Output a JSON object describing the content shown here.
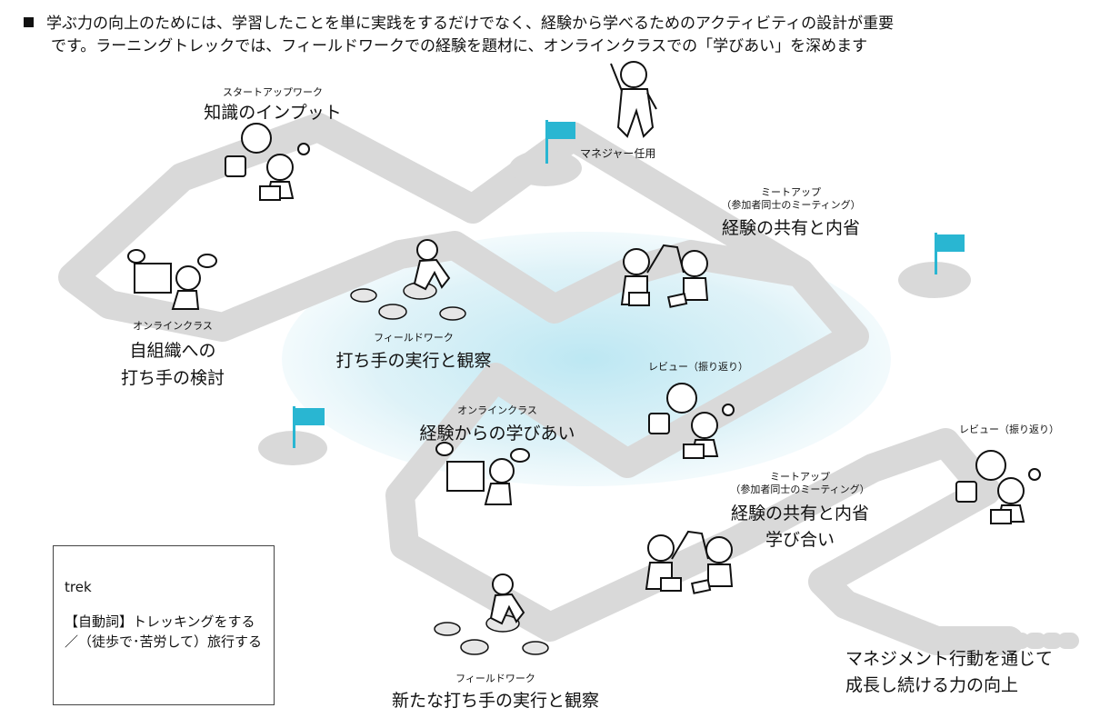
{
  "header": {
    "line1": "学ぶ力の向上のためには、学習したことを単に実践をするだけでなく、経験から学べるためのアクティビティの設計が重要",
    "line2": "です。ラーニングトレックでは、フィールドワークでの経験を題材に、オンラインクラスでの「学びあい」を深めます"
  },
  "steps": {
    "startup": {
      "sub": "スタートアップワーク",
      "title": "知識のインプット"
    },
    "manager": {
      "label": "マネジャー任用"
    },
    "online1": {
      "sub": "オンラインクラス",
      "title1": "自組織への",
      "title2": "打ち手の検討"
    },
    "field1": {
      "sub": "フィールドワーク",
      "title": "打ち手の実行と観察"
    },
    "meetup1": {
      "sub1": "ミートアップ",
      "sub2": "（参加者同士のミーティング）",
      "title": "経験の共有と内省"
    },
    "review1": {
      "sub": "レビュー（振り返り）"
    },
    "online2": {
      "sub": "オンラインクラス",
      "title": "経験からの学びあい"
    },
    "meetup2": {
      "sub1": "ミートアップ",
      "sub2": "（参加者同士のミーティング）",
      "title1": "経験の共有と内省",
      "title2": "学び合い"
    },
    "review2": {
      "sub": "レビュー（振り返り）"
    },
    "field2": {
      "sub": "フィールドワーク",
      "title": "新たな打ち手の実行と観察"
    },
    "goal": {
      "line1": "マネジメント行動を通じて",
      "line2": "成長し続ける力の向上"
    }
  },
  "note": {
    "term": "trek",
    "definition": "【自動詞】トレッキングをする／（徒歩で･苦労して）旅行する"
  },
  "colors": {
    "road": "#d9d9d9",
    "flag": "#29b6d2",
    "glow": "#bfe6f1",
    "stone": "#e6e6e6"
  }
}
